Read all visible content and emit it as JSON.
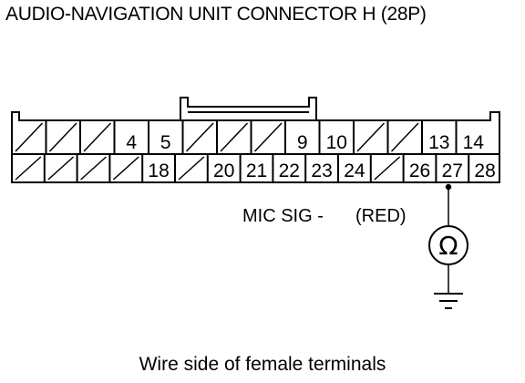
{
  "title": "AUDIO-NAVIGATION UNIT CONNECTOR H (28P)",
  "caption": "Wire side of female terminals",
  "wire": {
    "pin": 27,
    "label": "MIC SIG -",
    "color_label": "(RED)"
  },
  "meter_symbol": "Ω",
  "connector": {
    "top_row": [
      "",
      "",
      "",
      "4",
      "5",
      "",
      "",
      "",
      "9",
      "10",
      "",
      "",
      "13",
      "14"
    ],
    "bottom_row": [
      "",
      "",
      "",
      "",
      "18",
      "",
      "20",
      "21",
      "22",
      "23",
      "24",
      "",
      "26",
      "27",
      "28"
    ]
  },
  "colors": {
    "line": "#000000",
    "background": "#ffffff"
  }
}
